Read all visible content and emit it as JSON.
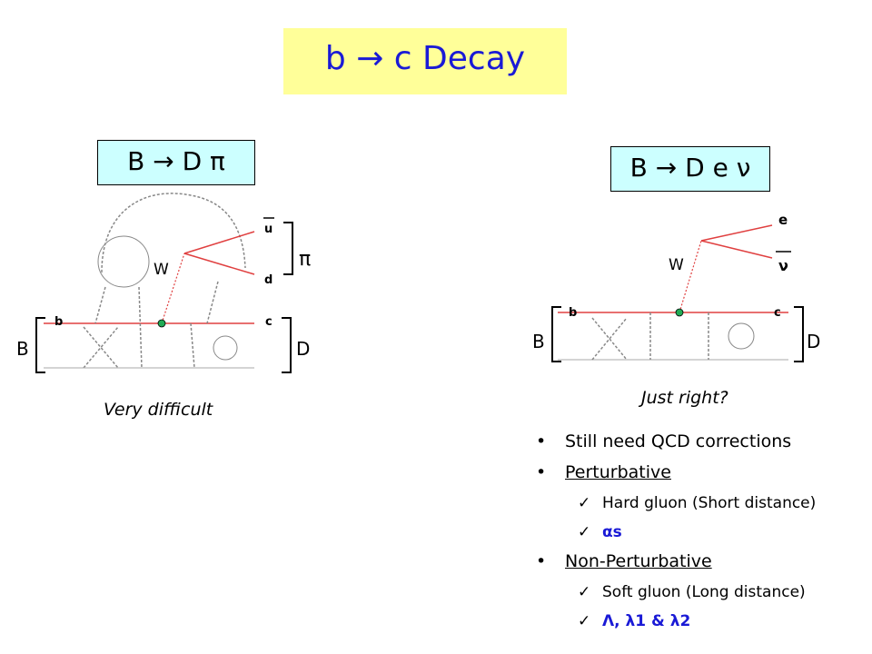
{
  "title": "b → c Decay",
  "left": {
    "label": "B → D π",
    "caption": "Very difficult",
    "labels": {
      "b": "b",
      "c": "c",
      "u": "u",
      "d": "d",
      "w": "W",
      "pi": "π",
      "B": "B",
      "D": "D"
    }
  },
  "right": {
    "label": "B → D e ν",
    "caption": "Just right?",
    "labels": {
      "b": "b",
      "c": "c",
      "e": "e",
      "nu": "ν",
      "w": "W",
      "B": "B",
      "D": "D"
    }
  },
  "bullets": {
    "item1": "Still need QCD corrections",
    "item2": "Perturbative",
    "item2_sub1": "Hard gluon (Short distance)",
    "item2_sub2": "αs",
    "item3": "Non-Perturbative",
    "item3_sub1": "Soft gluon (Long distance)",
    "item3_sub2": "Λ, λ1 & λ2"
  },
  "colors": {
    "title_bg": "#ffff99",
    "label_bg": "#ccffff",
    "accent_blue": "#1a1ad6",
    "quark_line": "#e04040",
    "vertex": "#22aa55"
  }
}
